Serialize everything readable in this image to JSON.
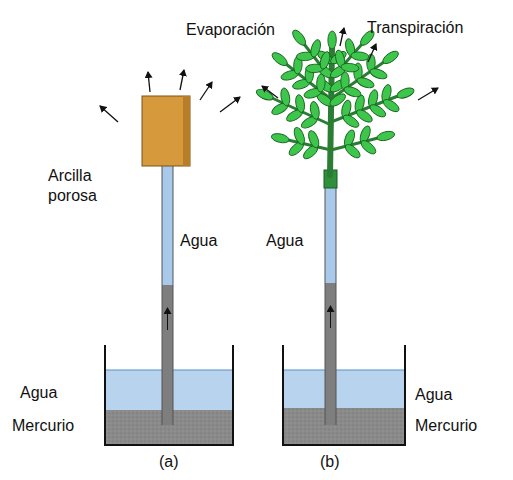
{
  "diagram": {
    "labels": [
      "Evaporación",
      "Transpiración",
      "Arcilla porosa",
      "Agua",
      "Agua",
      "Agua",
      "Mercurio",
      "Agua",
      "Mercurio",
      "(a)",
      "(b)"
    ]
  }
}
